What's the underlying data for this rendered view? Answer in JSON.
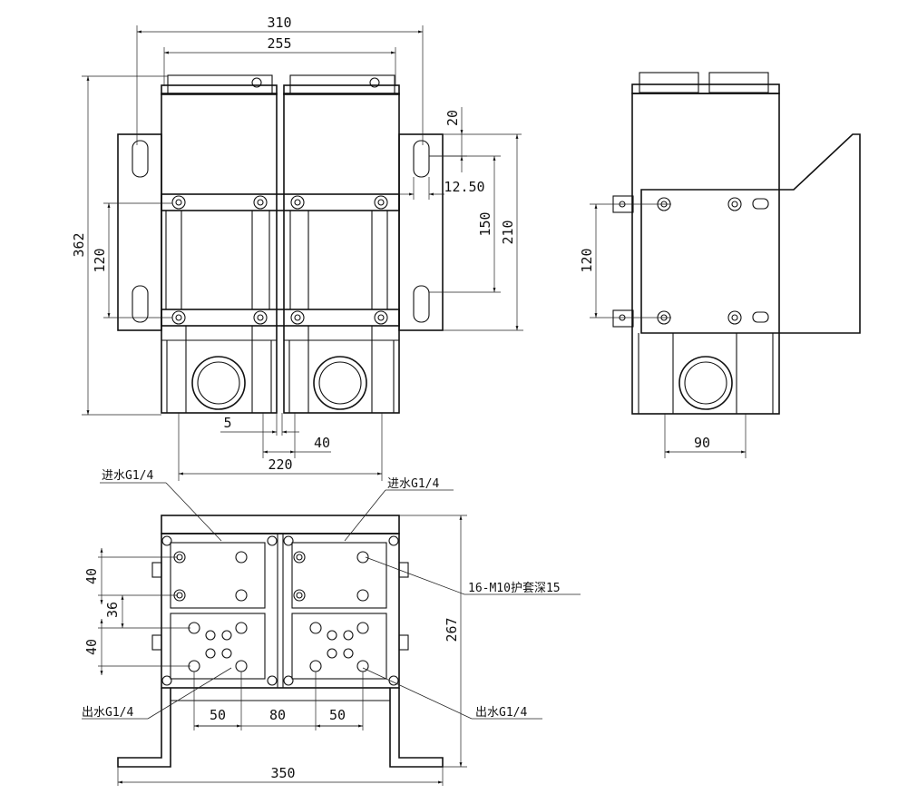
{
  "dimensions": {
    "front_width_overall": "310",
    "front_width_inner": "255",
    "front_height": "362",
    "front_hole_pitch": "120",
    "slot_offset": "20",
    "slot_width": "12.50",
    "slot_pitch": "150",
    "bracket_height": "210",
    "bottom_small": "5",
    "bottom_40": "40",
    "bottom_220": "220",
    "side_hole_pitch": "120",
    "side_port": "90",
    "top_40_a": "40",
    "top_36": "36",
    "top_40_b": "40",
    "top_50_a": "50",
    "top_80": "80",
    "top_50_b": "50",
    "top_width": "350",
    "top_depth": "267"
  },
  "labels": {
    "inlet_left": "进水G1/4",
    "inlet_right": "进水G1/4",
    "outlet_left": "出水G1/4",
    "outlet_right": "出水G1/4",
    "thread_note": "16-M10护套深15"
  }
}
